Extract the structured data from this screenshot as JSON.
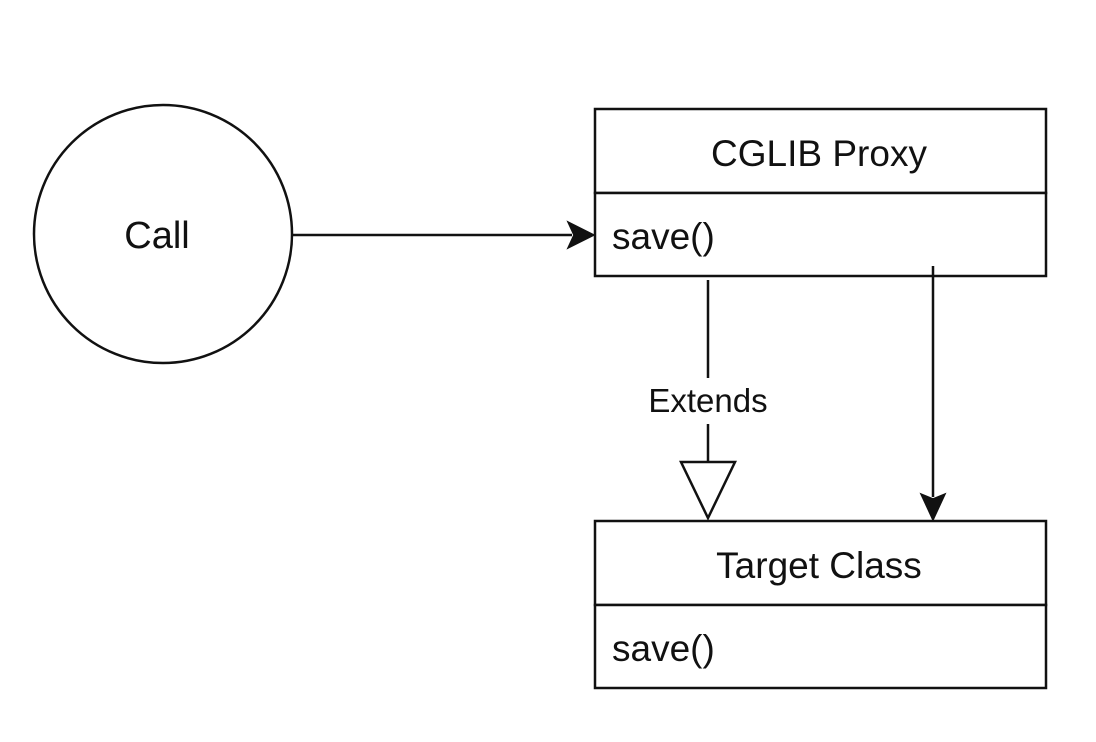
{
  "diagram": {
    "call_node": {
      "label": "Call"
    },
    "proxy_class": {
      "title": "CGLIB Proxy",
      "method": "save()"
    },
    "target_class": {
      "title": "Target Class",
      "method": "save()"
    },
    "extends_edge": {
      "label": "Extends"
    }
  },
  "colors": {
    "stroke": "#111111",
    "background": "#ffffff"
  }
}
